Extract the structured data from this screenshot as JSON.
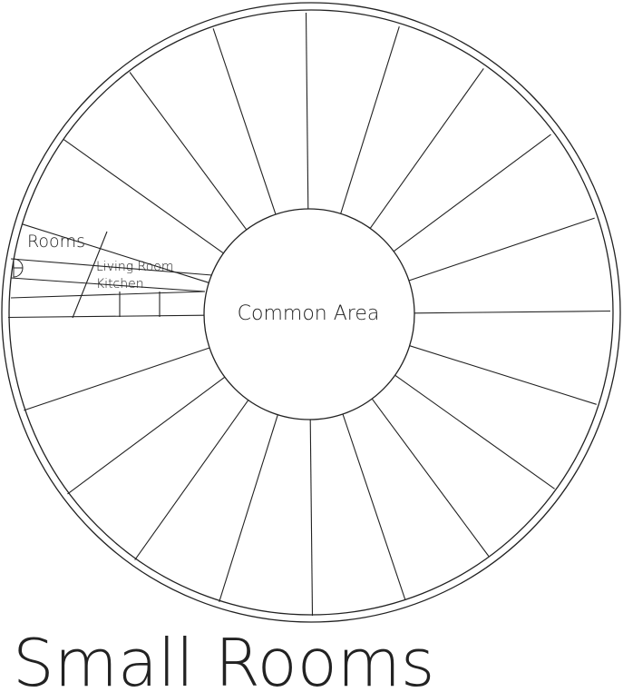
{
  "diagram": {
    "title": "Small Rooms",
    "center_label": "Common Area",
    "labels": {
      "rooms": "Rooms",
      "living_room": "Living Room",
      "kitchen": "Kitchen"
    },
    "spoke_count": 20
  }
}
